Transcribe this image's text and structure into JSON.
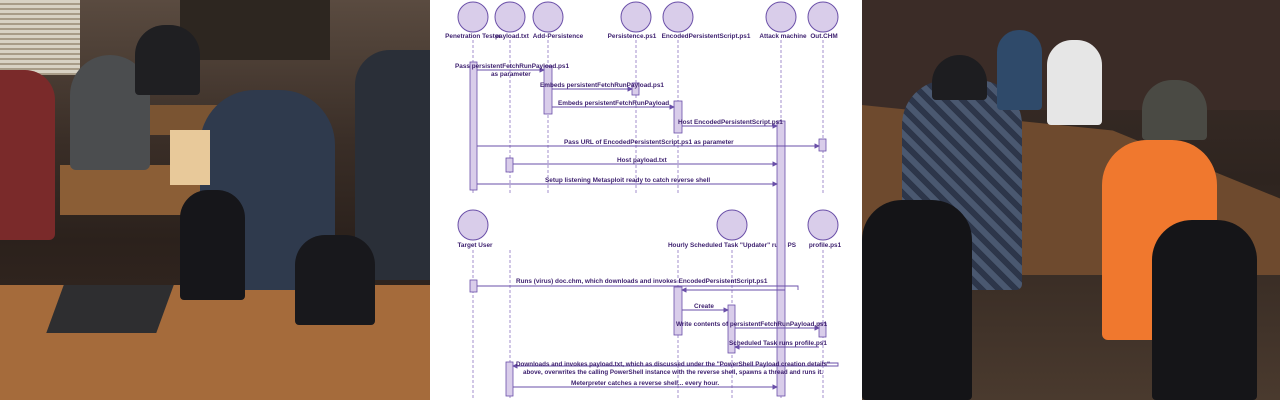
{
  "participants_top": [
    {
      "label": "Penetration Tester"
    },
    {
      "label": "payload.txt"
    },
    {
      "label": "Add-Persistence"
    },
    {
      "label": "Persistence.ps1"
    },
    {
      "label": "EncodedPersistentScript.ps1"
    },
    {
      "label": "Attack machine"
    },
    {
      "label": "Out.CHM"
    }
  ],
  "participants_bottom": [
    {
      "label": "Target User"
    },
    {
      "label": "Hourly Scheduled Task \"Updater\" runs PS"
    },
    {
      "label": "profile.ps1"
    }
  ],
  "messages": [
    {
      "text": "Pass persistentFetchRunPayload.ps1"
    },
    {
      "text": "as parameter"
    },
    {
      "text": "Embeds persistentFetchRunPayload.ps1"
    },
    {
      "text": "Embeds persistentFetchRunPayload"
    },
    {
      "text": "Host EncodedPersistentScript.ps1"
    },
    {
      "text": "Pass URL of EncodedPersistentScript.ps1 as parameter"
    },
    {
      "text": "Host payload.txt"
    },
    {
      "text": "Setup listening Metasploit ready to catch reverse shell"
    },
    {
      "text": "Runs (virus) doc.chm, which downloads and invokes EncodedPersistentScript.ps1"
    },
    {
      "text": "Create"
    },
    {
      "text": "Write contents of persistentFetchRunPayload.ps1"
    },
    {
      "text": "Scheduled Task runs profile.ps1"
    },
    {
      "text": "Downloads and invokes payload.txt, which as discussed under the \"PowerShell Payload creation details\""
    },
    {
      "text": "above, overwrites the calling PowerShell instance with the reverse shell, spawns a thread and runs it."
    },
    {
      "text": "Meterpreter catches a reverse shell... every hour."
    }
  ],
  "colors": {
    "line": "#6a4fa8",
    "fill": "#d9cdea",
    "text": "#3c1f6e"
  }
}
